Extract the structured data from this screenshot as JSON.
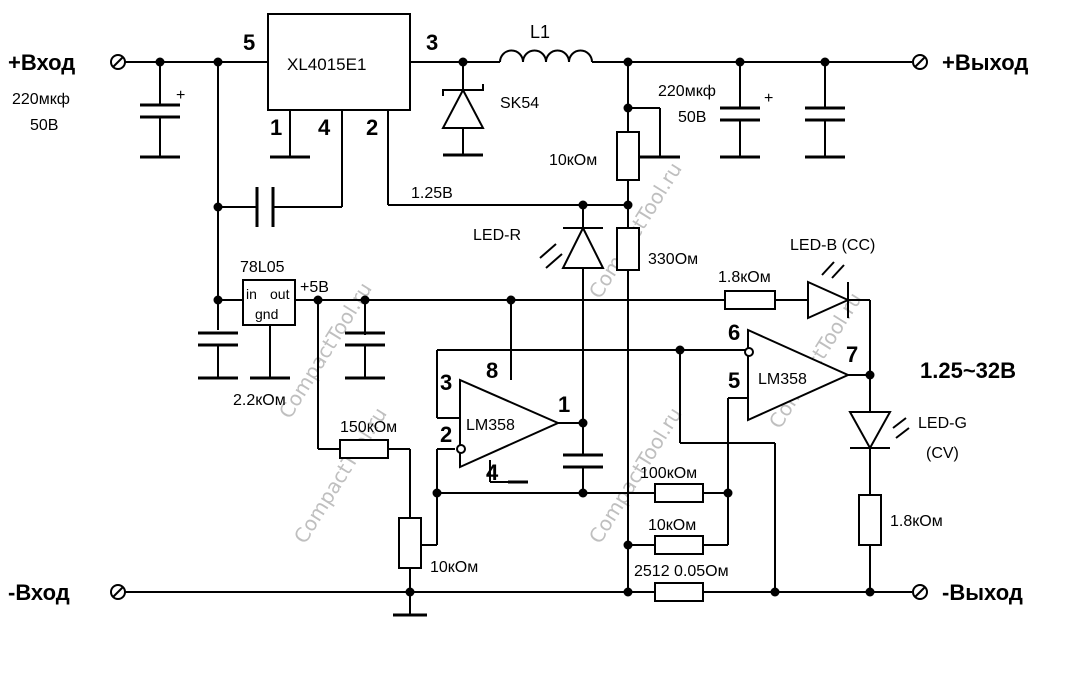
{
  "labels": {
    "in_plus": "+Вход",
    "in_minus": "-Вход",
    "out_plus": "+Выход",
    "out_minus": "-Выход",
    "in_cap_value": "220мкф",
    "in_cap_voltage": "50В",
    "out_cap_value": "220мкф",
    "out_cap_voltage": "50В",
    "ic_main": "XL4015E1",
    "pin5": "5",
    "pin3": "3",
    "pin1": "1",
    "pin4": "4",
    "pin2": "2",
    "inductor": "L1",
    "diode": "SK54",
    "r_10k_top": "10кОм",
    "v_ref": "1.25В",
    "led_r": "LED-R",
    "r_330": "330Ом",
    "reg": "78L05",
    "reg_in": "in",
    "reg_out": "out",
    "reg_gnd": "gnd",
    "v5": "+5В",
    "r_2k2": "2.2кОм",
    "r_1k8_top": "1.8кОм",
    "led_b": "LED-B (CC)",
    "op2_pin6": "6",
    "op2_pin5": "5",
    "op2_pin7": "7",
    "op2_name": "LM358",
    "range": "1.25~32В",
    "led_g": "LED-G",
    "led_g_mode": "(CV)",
    "r_1k8_right": "1.8кОм",
    "op1_pin3": "3",
    "op1_pin8": "8",
    "op1_pin2": "2",
    "op1_pin4": "4",
    "op1_pin1": "1",
    "op1_name": "LM358",
    "r_150k": "150кОм",
    "pot_10k": "10кОм",
    "r_100k": "100кОм",
    "r_10k_bot": "10кОм",
    "shunt": "2512 0.05Ом",
    "watermark": "CompactTool.ru"
  }
}
